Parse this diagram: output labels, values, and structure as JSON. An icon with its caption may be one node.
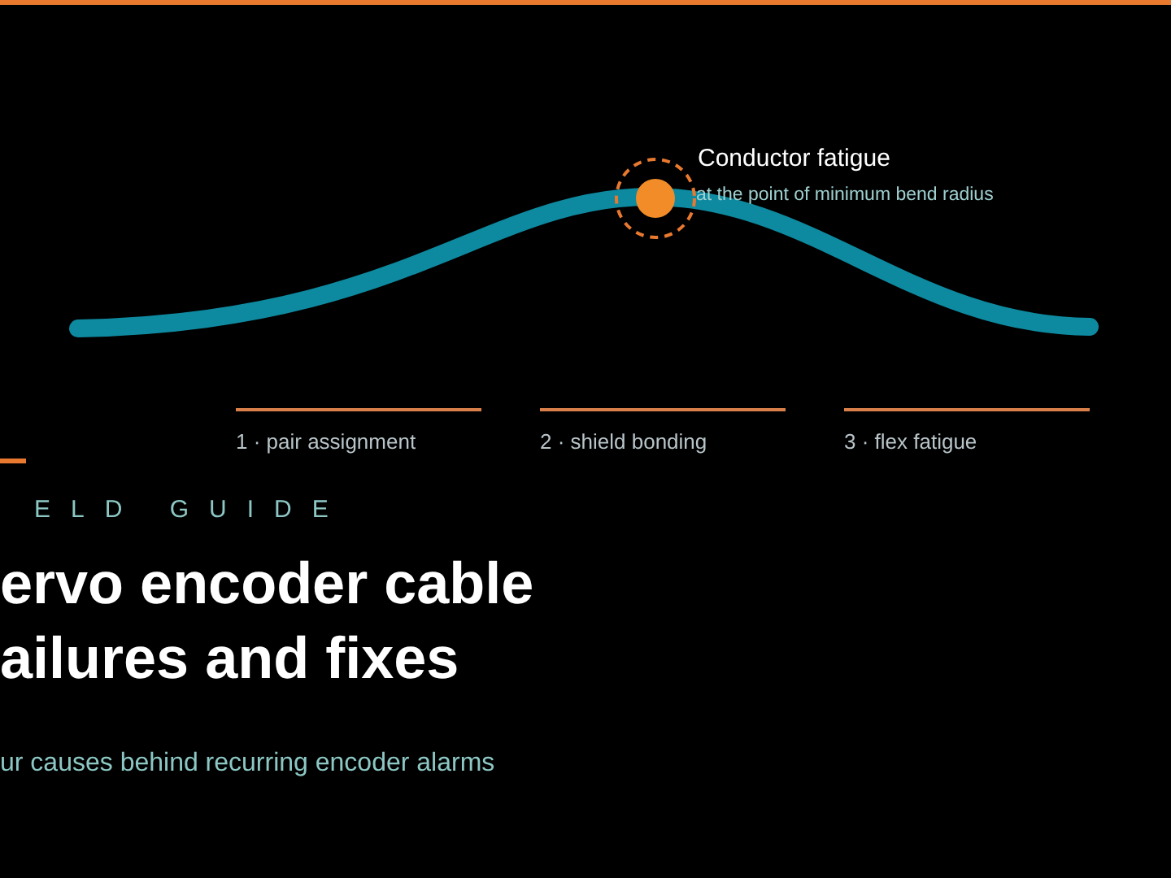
{
  "diagram": {
    "title": "ervo encoder cable ailures and fixes",
    "nodes": [
      {
        "text": [],
        "shape": "circle",
        "beside": [
          "Conductor fatigue",
          "at the point of minimum bend radius"
        ]
      }
    ],
    "labels": [
      "1 · pair assignment",
      "2 · shield bonding",
      "3 · flex fatigue",
      "ELD GUIDE",
      "ur causes behind recurring encoder alarms"
    ]
  }
}
